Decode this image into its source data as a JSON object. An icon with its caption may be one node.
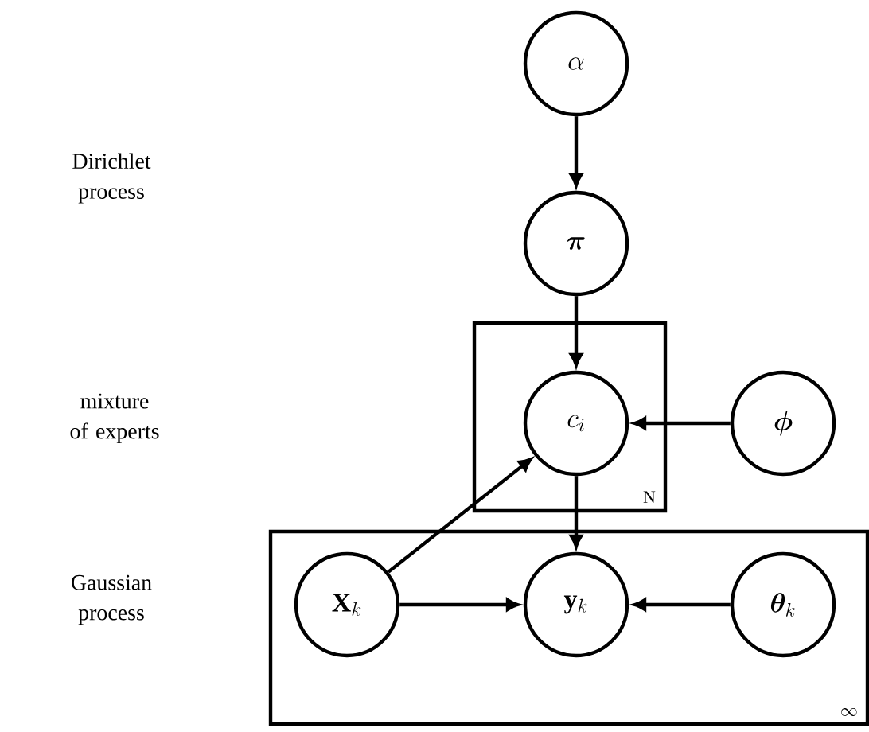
{
  "diagram": {
    "nodes": [
      {
        "text": [
          "\\alpha"
        ]
      },
      {
        "text": [
          "\\boldsymbol{\\pi}"
        ]
      },
      {
        "text": [
          "N"
        ]
      },
      {
        "text": [
          "c_i"
        ],
        "in": 2
      },
      {
        "text": [
          "\\boldsymbol{\\phi}"
        ]
      },
      {
        "text": [
          "\\infty"
        ]
      },
      {
        "text": [
          "\\mathbf{X}_k"
        ],
        "in": 5
      },
      {
        "text": [
          "\\mathbf{y}_k"
        ],
        "in": 5
      },
      {
        "text": [
          "\\boldsymbol{\\theta}_k"
        ],
        "in": 5
      }
    ],
    "edges": [
      {
        "from": 0,
        "to": 1,
        "arrow": "to"
      },
      {
        "from": 1,
        "to": 3,
        "arrow": "to"
      },
      {
        "from": 4,
        "to": 3,
        "arrow": "to"
      },
      {
        "from": 6,
        "to": 3,
        "arrow": "to"
      },
      {
        "from": 3,
        "to": 7,
        "arrow": "to"
      },
      {
        "from": 6,
        "to": 7,
        "arrow": "to"
      },
      {
        "from": 8,
        "to": 7,
        "arrow": "to"
      }
    ],
    "labels": [
      "Dirichlet process",
      "mixture of experts",
      "Gaussian process"
    ]
  }
}
